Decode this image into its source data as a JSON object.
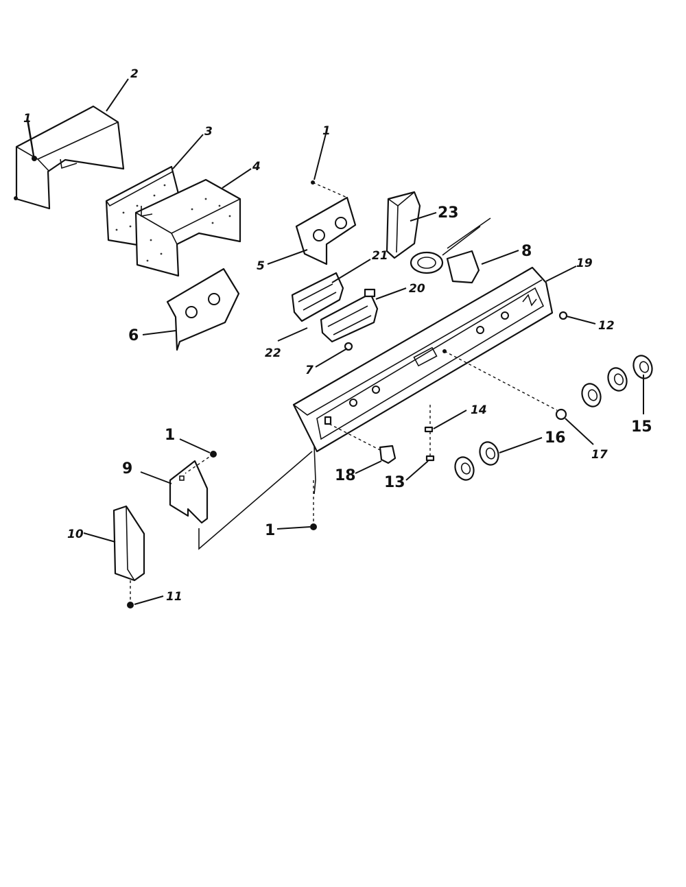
{
  "diagram": {
    "callouts": {
      "c1a": "1",
      "c2": "2",
      "c3": "3",
      "c4": "4",
      "c1b": "1",
      "c23": "23",
      "c5": "5",
      "c21": "21",
      "c8": "8",
      "c19": "19",
      "c20": "20",
      "c6": "6",
      "c12": "12",
      "c22": "22",
      "c7": "7",
      "c14": "14",
      "c17": "17",
      "c15": "15",
      "c16": "16",
      "c1c": "1",
      "c9": "9",
      "c18": "18",
      "c13": "13",
      "c10": "10",
      "c1d": "1",
      "c11": "11"
    }
  }
}
